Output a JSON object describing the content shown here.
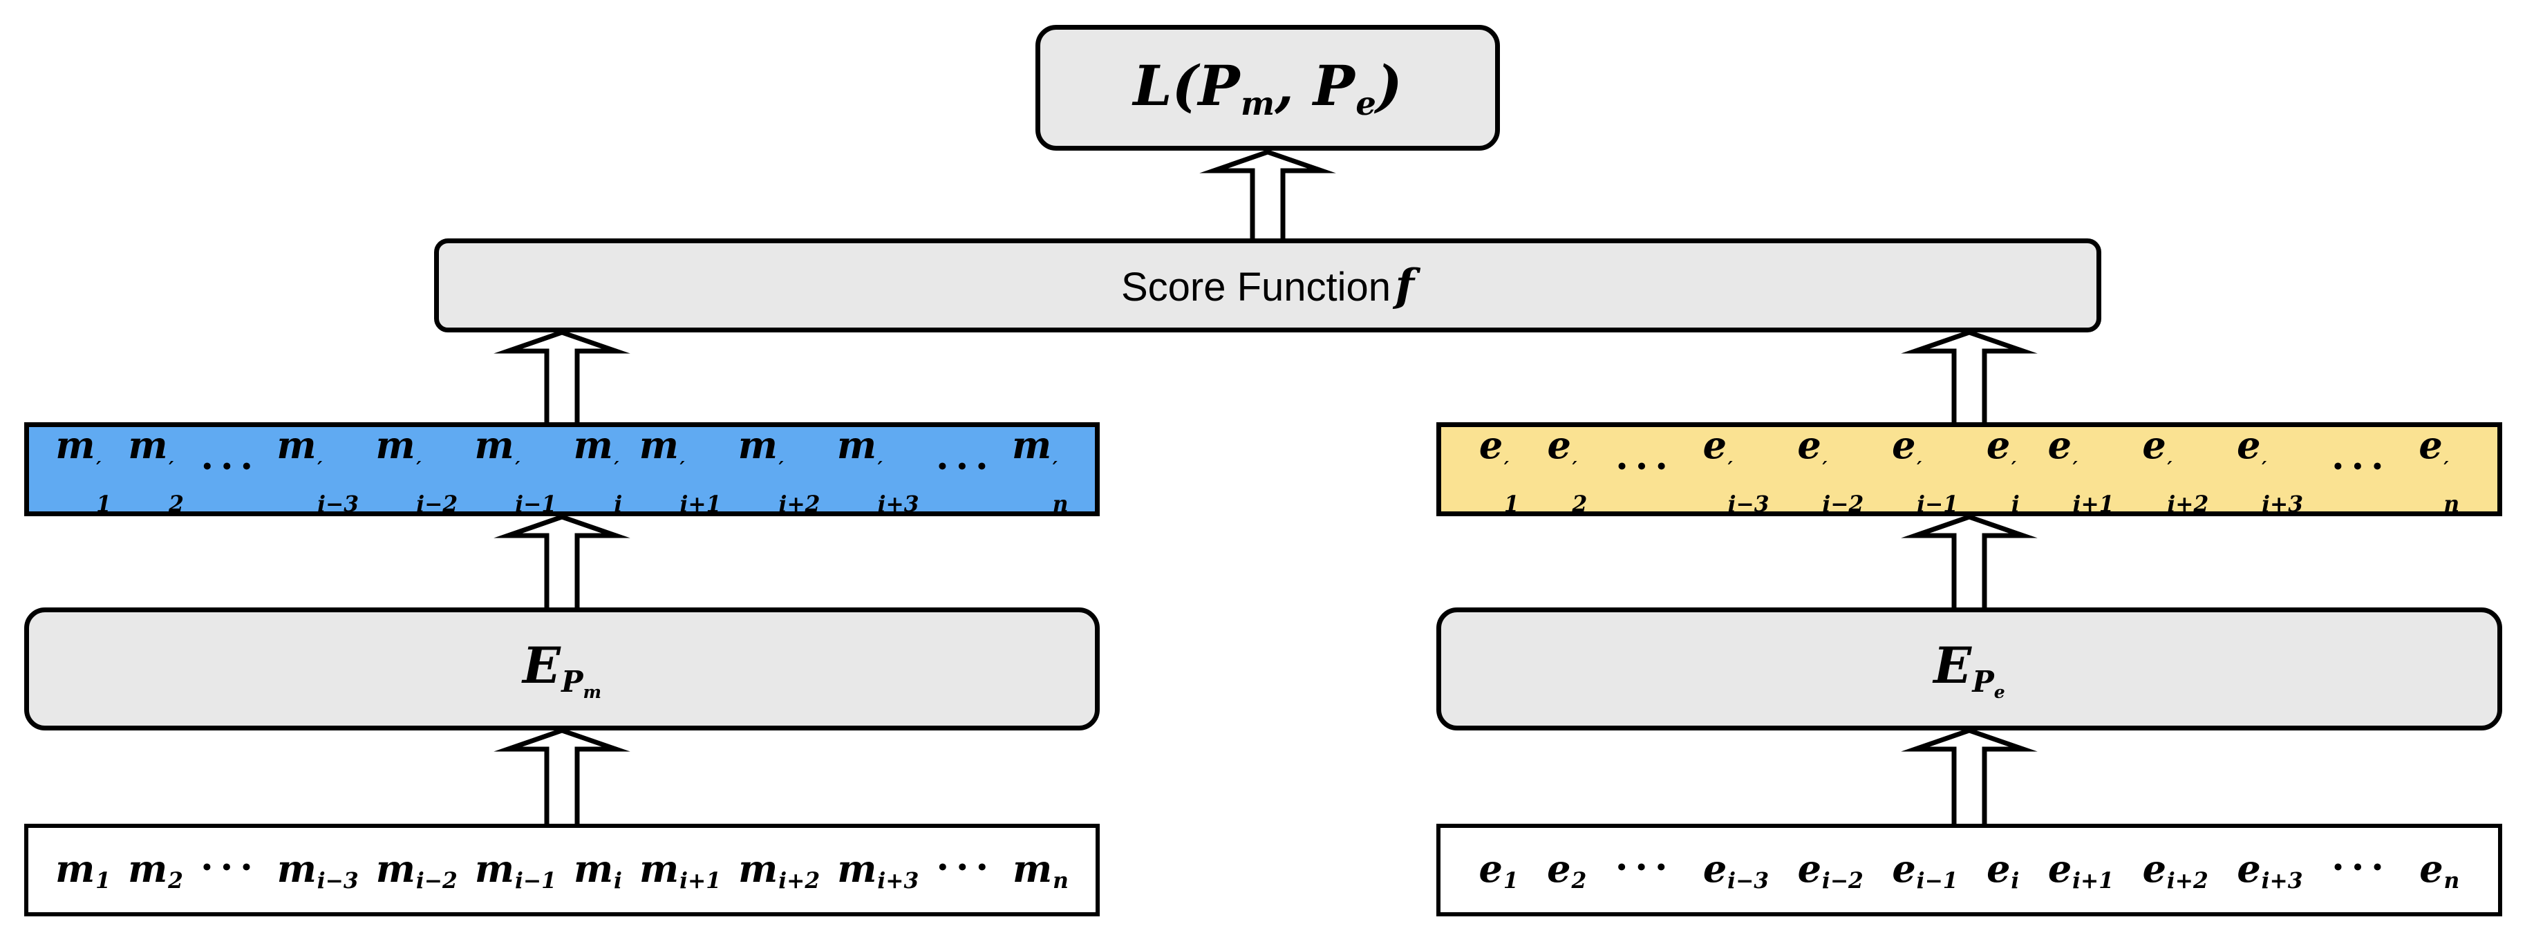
{
  "colors": {
    "background": "#ffffff",
    "box_fill_gray": "#e8e8e8",
    "box_fill_blue": "#60aaf2",
    "box_fill_yellow": "#fae292",
    "border": "#000000",
    "arrow_fill": "#ffffff"
  },
  "icons": {
    "arrow": "hollow-up-arrow"
  },
  "loss": {
    "tokens": [
      "L(",
      "P_m",
      ", ",
      "P_e",
      ")"
    ]
  },
  "score": {
    "text": "Score Function",
    "f": "f"
  },
  "encoders": {
    "m": {
      "tokens": [
        "E_{P_m}"
      ]
    },
    "e": {
      "tokens": [
        "E_{P_e}"
      ]
    }
  },
  "rows": {
    "m_prime": {
      "tokens": [
        "m'_1",
        "m'_2",
        "···",
        "m'_{i−3}",
        "m'_{i−2}",
        "m'_{i−1}",
        "m'_i",
        "m'_{i+1}",
        "m'_{i+2}",
        "m'_{i+3}",
        "···",
        "m'_n"
      ]
    },
    "e_prime": {
      "tokens": [
        "e'_1",
        "e'_2",
        "···",
        "e'_{i−3}",
        "e'_{i−2}",
        "e'_{i−1}",
        "e'_i",
        "e'_{i+1}",
        "e'_{i+2}",
        "e'_{i+3}",
        "···",
        "e'_n"
      ]
    },
    "m_input": {
      "tokens": [
        "m_1",
        "m_2",
        "···",
        "m_{i−3}",
        "m_{i−2}",
        "m_{i−1}",
        "m_i",
        "m_{i+1}",
        "m_{i+2}",
        "m_{i+3}",
        "···",
        "m_n"
      ]
    },
    "e_input": {
      "tokens": [
        "e_1",
        "e_2",
        "···",
        "e_{i−3}",
        "e_{i−2}",
        "e_{i−1}",
        "e_i",
        "e_{i+1}",
        "e_{i+2}",
        "e_{i+3}",
        "···",
        "e_n"
      ]
    }
  }
}
